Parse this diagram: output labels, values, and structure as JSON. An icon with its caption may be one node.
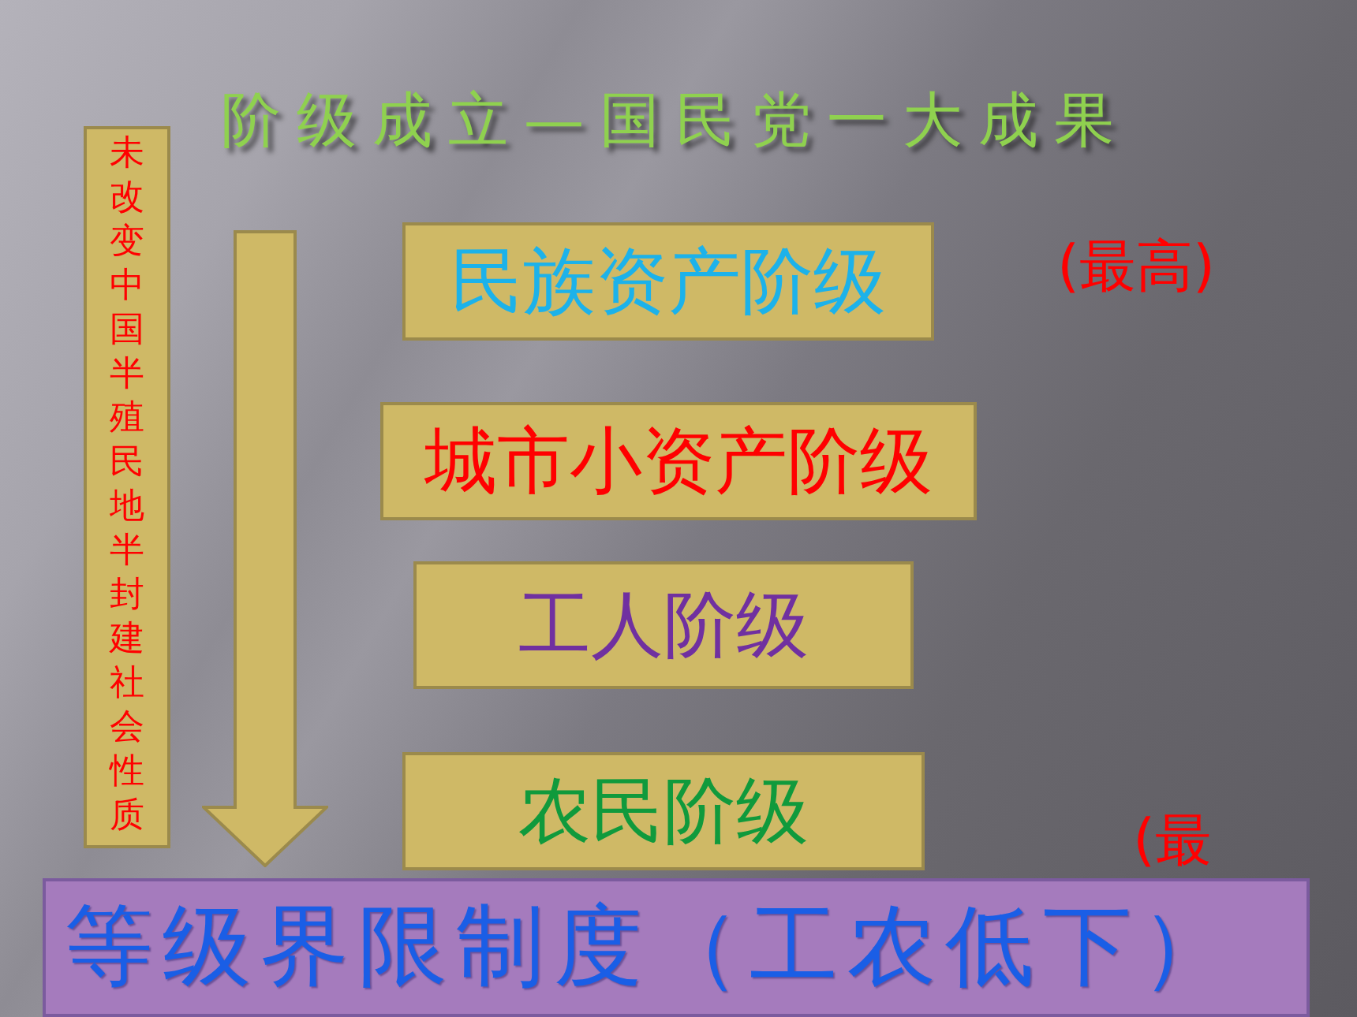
{
  "diagram": {
    "title": "阶级成立—国民党一大成果",
    "nodes": [
      {
        "text": [
          "未改变中国半殖民地半封建社会性质"
        ]
      },
      {
        "text": [
          "民族资产阶级"
        ]
      },
      {
        "text": [
          "城市小资产阶级"
        ]
      },
      {
        "text": [
          "工人阶级"
        ]
      },
      {
        "text": [
          "农民阶级"
        ]
      },
      {
        "text": [
          "等级界限制度（工农低下）"
        ]
      }
    ],
    "labels": [
      "(最高)",
      "(最"
    ]
  }
}
